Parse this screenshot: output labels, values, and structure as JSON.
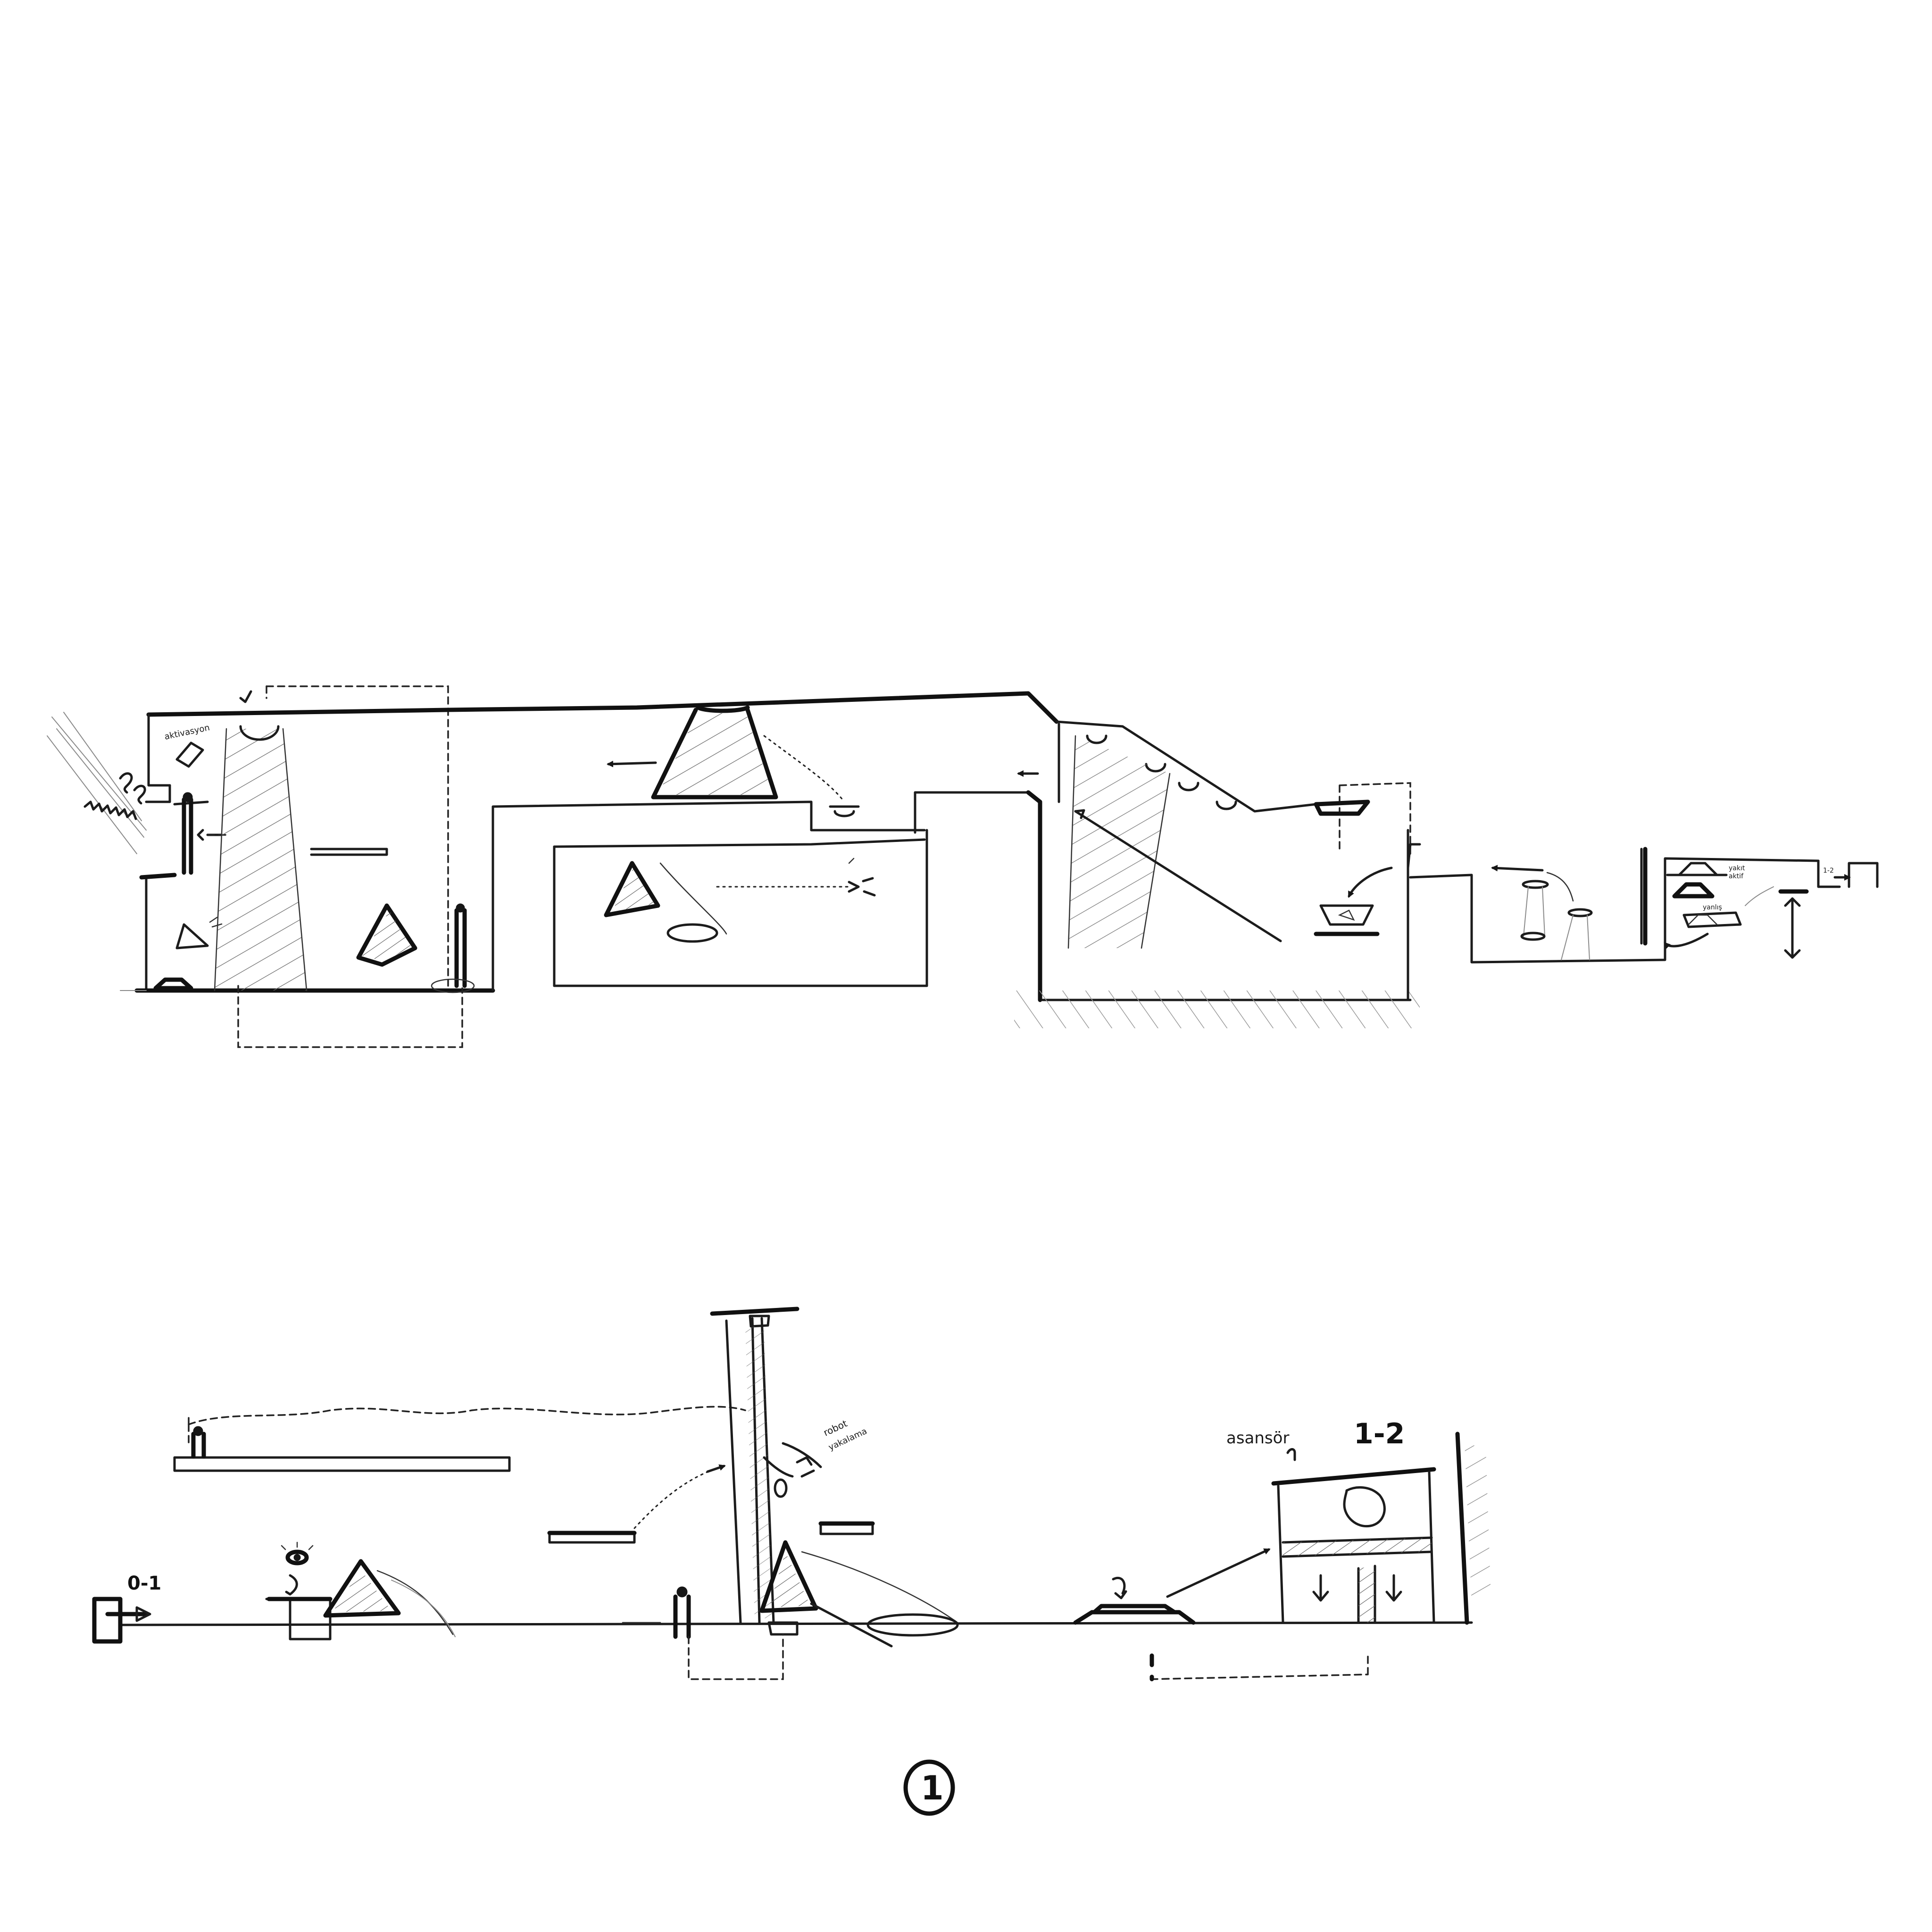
{
  "labels": {
    "note_upper_left": "aktivasyon",
    "note_robot": "robot",
    "note_robot_line2": "yakalama",
    "note_elevator": "asansör",
    "note_upper_right": "yakıt",
    "note_upper_right_2": "aktif",
    "note_level_1_2_small": "1-2",
    "note_yanlis": "yanlış",
    "level_start": "0-1",
    "level_exit": "1-2",
    "sheet_number": "1"
  },
  "colors": {
    "ink": "#161616",
    "hatch": "#6a6a6a",
    "paper": "#ffffff"
  },
  "icons": {
    "eye": "eye-icon",
    "arrow": "arrow-icon",
    "drone": "drone-icon"
  }
}
